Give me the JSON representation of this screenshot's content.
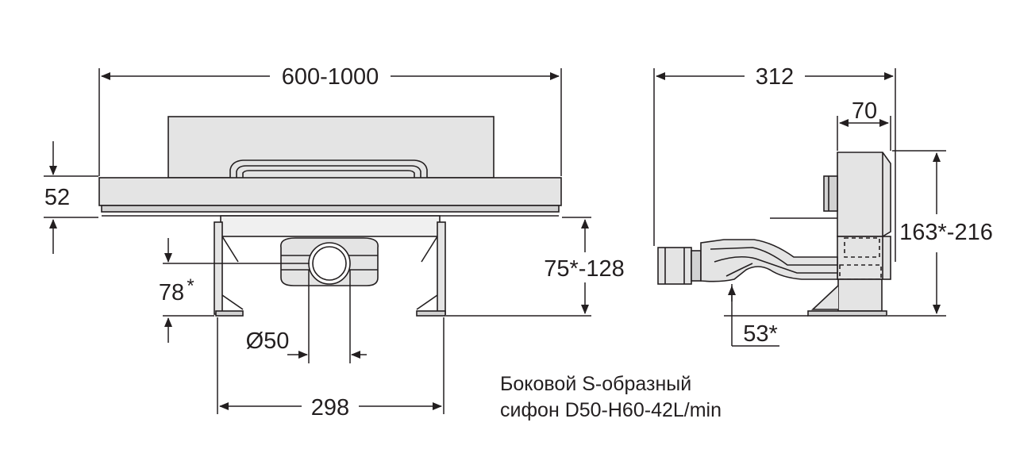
{
  "front_view": {
    "overall_width": "600-1000",
    "frame_height": "52",
    "siphon_center_height": "78",
    "siphon_center_height_star": "*",
    "outlet_diameter": "Ø50",
    "install_height": "75*-128",
    "feet_spacing": "298"
  },
  "side_view": {
    "depth": "312",
    "wall_part_width": "70",
    "total_height": "163*-216",
    "outlet_height": "53*"
  },
  "caption": {
    "line1": "Боковой S-образный",
    "line2": "сифон D50-H60-42L/min"
  },
  "colors": {
    "line": "#231f20",
    "body_fill": "#e4e4e4",
    "body_fill_dark": "#d2d2d2"
  }
}
